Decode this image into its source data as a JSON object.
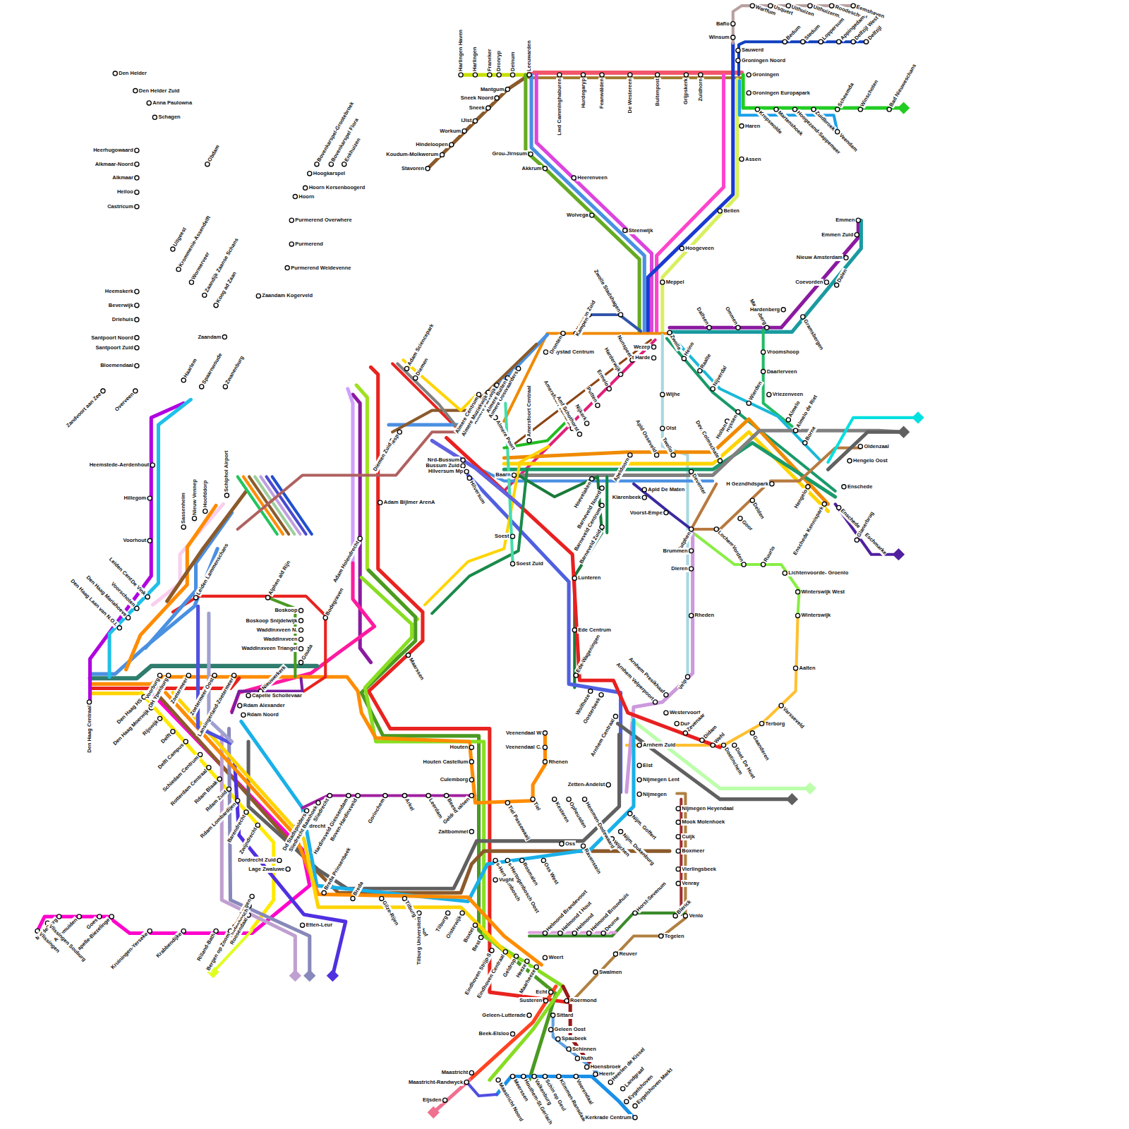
{
  "diagram": {
    "labels": [
      "Den Helder",
      "Den Helder Zuid",
      "Anna Paulowna",
      "Schagen",
      "Heerhugowaard",
      "Alkmaar-Noord",
      "Alkmaar",
      "Heiloo",
      "Castricum",
      "Obdam",
      "Uitgeest",
      "Krommenie-Assendelft",
      "Wormerveer",
      "Zaandijk Zaanse Schans",
      "Koog ad Zaan",
      "Zaandam",
      "Zaandam Kogerveld",
      "Enkhuizen",
      "Bovenkarspel Flora",
      "Bovenkarspel-Grootebroek",
      "Hoogkarspel",
      "Hoorn Kersenboogerd",
      "Hoorn",
      "Purmerend Overwhere",
      "Purmerend",
      "Purmerend Weidevenne",
      "Heemskerk",
      "Beverwijk",
      "Driehuis",
      "Santpoort Noord",
      "Santpoort Zuid",
      "Bloemendaal",
      "Zandvoort aan Zee",
      "Overveen",
      "Haarlem",
      "Spaarnwoude",
      "Zwanenburg",
      "Heemstede-Aerdenhout",
      "Hillegom",
      "Voorhout",
      "Leiden Centraal",
      "De Vink",
      "Voorschoten",
      "Den Haag Mariahoeve",
      "Den Haag Laan van N.O.I.",
      "Den Haag Centraal",
      "Den Haag HS",
      "Den Haag Moerwijk",
      "Rijswijk",
      "Delft",
      "Delft Campus",
      "Schiedam Centrum",
      "Rotterdam Centraal",
      "Rdam Blaak",
      "Rdam Zuid",
      "Rdam Lombardijen",
      "Barendrecht",
      "Zwijndrecht",
      "Dordrecht",
      "Dordrecht Zuid",
      "Lage Zwaluwe",
      "Zevenbergen",
      "Oudenbosch",
      "Roosendaal",
      "Etten-Leur",
      "Bergen op Zoom",
      "Rilland-Bath",
      "Krabbendijke",
      "Kruiningen-Yerseke",
      "Kapelle-Biezelinge",
      "Goes",
      "Arnemuiden",
      "Middelburg",
      "Vlissingen Souburg",
      "Vlissingen",
      "Leiden Lammenschans",
      "Alphen a/d Rijn",
      "Boskoop",
      "Boskoop Snijdelwijk",
      "Waddinxveen N.",
      "Waddinxveen",
      "Waddinxveen Triangel",
      "Gouda",
      "Bodegraven",
      "Voorburg",
      "DH Ypenburg",
      "Zoetermeer",
      "Zoetermeer Oost",
      "Lansingerland-Zoetermeer",
      "Nieuwerkerk",
      "Capelle Schollevaar",
      "Rdam Alexander",
      "Rdam Noord",
      "Sassenheim",
      "Nieuw Vennep",
      "Hoofddorp",
      "Schiphol Airport",
      "Adam Holendrecht",
      "Adam Bijlmer ArenA",
      "Adam Sciencepark",
      "Diemen",
      "Weesp",
      "Diemen Zuid",
      "Almere Oostvaarders",
      "Almere Buiten",
      "Almere Parkwijk",
      "Almere Muziekwijk",
      "Almere Centrum",
      "Almere Poort",
      "Lelystad Centrum",
      "Dronten",
      "Kampen Zuid",
      "Kampen",
      "Zwolle Stadshagen",
      "Zwolle",
      "Nrd-Bussum",
      "Bussum Zuid",
      "Hilversum Mp",
      "Hilversum",
      "Baarn",
      "Soest",
      "Soest Zuid",
      "Amersfoort Centraal",
      "Amersfoort Vathorst",
      "Amf Schothorst",
      "Nijkerk",
      "Putten",
      "Ermelo",
      "Harderwijk",
      "Nunspeet",
      "t Harde",
      "Wezep",
      "Hoevelaken",
      "Barneveld Noord",
      "Barneveld Centrum",
      "Barneveld Zuid",
      "Lunteren",
      "Ede Centrum",
      "Ede-Wageningen",
      "Maarssen",
      "Apeldoorn",
      "Apld Osseveld",
      "Twello",
      "Deventer",
      "Dev. Colmschate",
      "Apld De Maten",
      "Klarenbeek",
      "Voorst-Empe",
      "Zutphen",
      "Brummen",
      "Dieren",
      "Rheden",
      "Velp",
      "Arnhem Presikhaaf",
      "Arnhem Velperpoort",
      "Arnhem Centraal",
      "Oosterbeek",
      "Wolfheze",
      "Lochem",
      "Goor",
      "Delden",
      "H Gezndhdspark",
      "Hengelo",
      "Hengelo Oost",
      "Oldenzaal",
      "Enschede Kennispark",
      "Enschede",
      "Enschede de Eschmarke",
      "Glanerbrug",
      "Borne",
      "Almelo",
      "Almelo de Riet",
      "Rijssen",
      "Holten",
      "Wierden",
      "Nijverdal",
      "Raalte",
      "Heino",
      "Wijhe",
      "Olst",
      "Dalfsen",
      "Ommen",
      "Mariënberg",
      "Hardenberg",
      "Gramsbergen",
      "Vroomshoop",
      "Daarlerveen",
      "Vriezenveen",
      "Coevorden",
      "Dalen",
      "Nieuw Amsterdam",
      "Emmen Zuid",
      "Emmen",
      "Meppel",
      "Hoogeveen",
      "Beilen",
      "Assen",
      "Haren",
      "Groningen",
      "Groningen Europapark",
      "Steenwijk",
      "Wolvega",
      "Heerenveen",
      "Akkrum",
      "Grou-Jirnsum",
      "Harlingen Haven",
      "Harlingen",
      "Franeker",
      "Dronryp",
      "Deinum",
      "Leeuwarden",
      "Lwd Camminghaburen",
      "Hurdegaryp",
      "Feanwâlden",
      "De Westereen",
      "Buitenpost",
      "Grijpskerk",
      "Zuidhorn",
      "Mantgum",
      "Sneek Noord",
      "Sneek",
      "IJlst",
      "Workum",
      "Hindeloopen",
      "Koudum-Molkwerum",
      "Stavoren",
      "Baflo",
      "Winsum",
      "Sauwerd",
      "Groningen Noord",
      "Warffum",
      "Usquert",
      "Uithuizen",
      "Uithuizerm.",
      "Roodeschool",
      "Eemshaven",
      "Bedum",
      "Stedum",
      "Loppersum",
      "Appingedam",
      "Delfzijl West",
      "Delfzijl",
      "Kropswolde",
      "Martenshoek",
      "Hoogezand-Sappemeer",
      "Zuidbroek",
      "Veendam",
      "Scheemda",
      "Winschoten",
      "Bad Nieuweschans",
      "Houten",
      "Houten Castellum",
      "Culemborg",
      "Geldermalsen",
      "Zaltbommel",
      "s-Hertogenbosch",
      "s-Hertogenbosch Oost",
      "Rosmalen",
      "Oss West",
      "Oss",
      "Ravenstein",
      "Wijchen",
      "Nijm. Dukenburg",
      "Nijm. Goffert",
      "Nijmegen",
      "Nijmegen Lent",
      "Elst",
      "Arnhem Zuid",
      "Zetten-Andelst",
      "Hemmen-Dodewaard",
      "Opheusden",
      "Kesteren",
      "Tiel",
      "Tiel Passewaaij",
      "Rhenen",
      "Veenendaal C.",
      "Veenendaal W",
      "Gorinchem",
      "Arkel",
      "Leerdam",
      "Beesd",
      "Boven-Hardinxveld",
      "Hardinxveld Giessendam",
      "Sliedrecht",
      "Sliedrecht Baanhoek",
      "Dd Stadspolders",
      "Breda",
      "Breda Prinsenbeek",
      "Gilze-Rijen",
      "Tilburg Reeshof",
      "Tilburg Universiteit",
      "Tilburg",
      "Oisterwijk",
      "Boxtel",
      "Vught",
      "Best",
      "Eindhoven Strijp-S",
      "Eindhoven Centraal",
      "Geldrop",
      "Heeze",
      "Maarheeze",
      "Weert",
      "Helmond Brandevoort",
      "Helmond t Hout",
      "Helmond",
      "Helmond Brouwhuis",
      "Deurne",
      "Horst-Sevenum",
      "Blerick",
      "Venlo",
      "Tegelen",
      "Reuver",
      "Swalmen",
      "Roermond",
      "Echt",
      "Susteren",
      "Venray",
      "Vierlingsbeek",
      "Boxmeer",
      "Cuijk",
      "Mook Molenhoek",
      "Nijmegen Heyendaal",
      "Sittard",
      "Geleen-Lutterade",
      "Beek-Elsloo",
      "Geleen Oost",
      "Spaubeek",
      "Schinnen",
      "Nuth",
      "Hoensbroek",
      "Heerlen",
      "Maastricht",
      "Maastricht-Randwyck",
      "Eijsden",
      "Maastricht Noord",
      "Meerssen",
      "Houthem-St.Gerlach",
      "Valkenburg",
      "Schin op Geul",
      "Klimmen-Ransdaal",
      "Voerendaal",
      "Heerlen de Kissel",
      "Landgraaf",
      "Eygelshoven",
      "Eygelshoven Markt",
      "Kerkrade Centrum",
      "Westervoort",
      "Duiven",
      "Zevenaar",
      "Didam",
      "Wehl",
      "Doetinchem",
      "Doet. De Huet",
      "Gaanderen",
      "Terborg",
      "Varsseveld",
      "Aalten",
      "Winterswijk",
      "Winterswijk West",
      "Lichtenvoorde- Groenlo",
      "Ruurlo",
      "Vorden"
    ]
  }
}
